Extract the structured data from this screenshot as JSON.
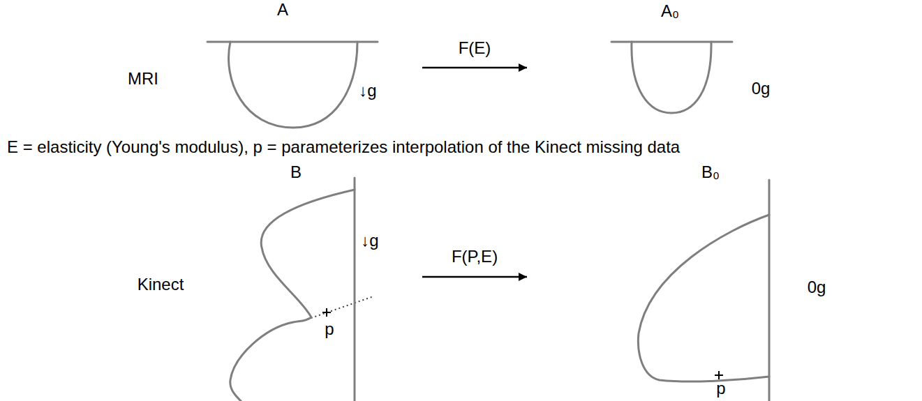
{
  "diagram": {
    "nodes": [
      {
        "text": [
          "A"
        ]
      },
      {
        "text": [
          "A₀"
        ]
      },
      {
        "text": [
          "B"
        ]
      },
      {
        "text": [
          "B₀"
        ]
      }
    ],
    "edges": [
      {
        "from": 0,
        "to": 1,
        "arrow": "to",
        "label": "F(E)"
      },
      {
        "from": 2,
        "to": 3,
        "arrow": "to",
        "label": "F(P,E)"
      }
    ],
    "labels": [
      "MRI",
      "↓g",
      "0g",
      "E = elasticity (Young's modulus), p = parameterizes interpolation of the Kinect missing data",
      "Kinect",
      "↓g",
      "p",
      "0g",
      "p"
    ]
  }
}
